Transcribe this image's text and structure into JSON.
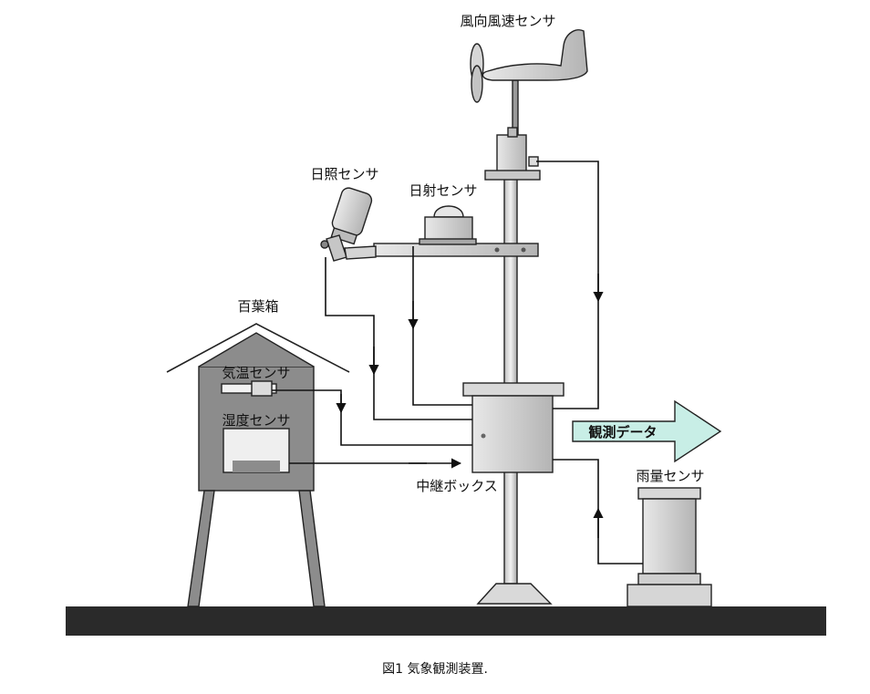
{
  "labels": {
    "wind_sensor": "風向風速センサ",
    "sunshine_sensor": "日照センサ",
    "solar_sensor": "日射センサ",
    "shelter": "百葉箱",
    "temp_sensor": "気温センサ",
    "humidity_sensor": "湿度センサ",
    "relay_box": "中継ボックス",
    "output": "観測データ",
    "rain_sensor": "雨量センサ"
  },
  "caption": "図1 気象観測装置.",
  "colors": {
    "line": "#111111",
    "metal": "#d2d2d2",
    "metal_dark": "#9a9a9a",
    "shelter": "#8c8c8c",
    "ground": "#2a2a2a",
    "arrow_fill": "#c8eee6"
  }
}
